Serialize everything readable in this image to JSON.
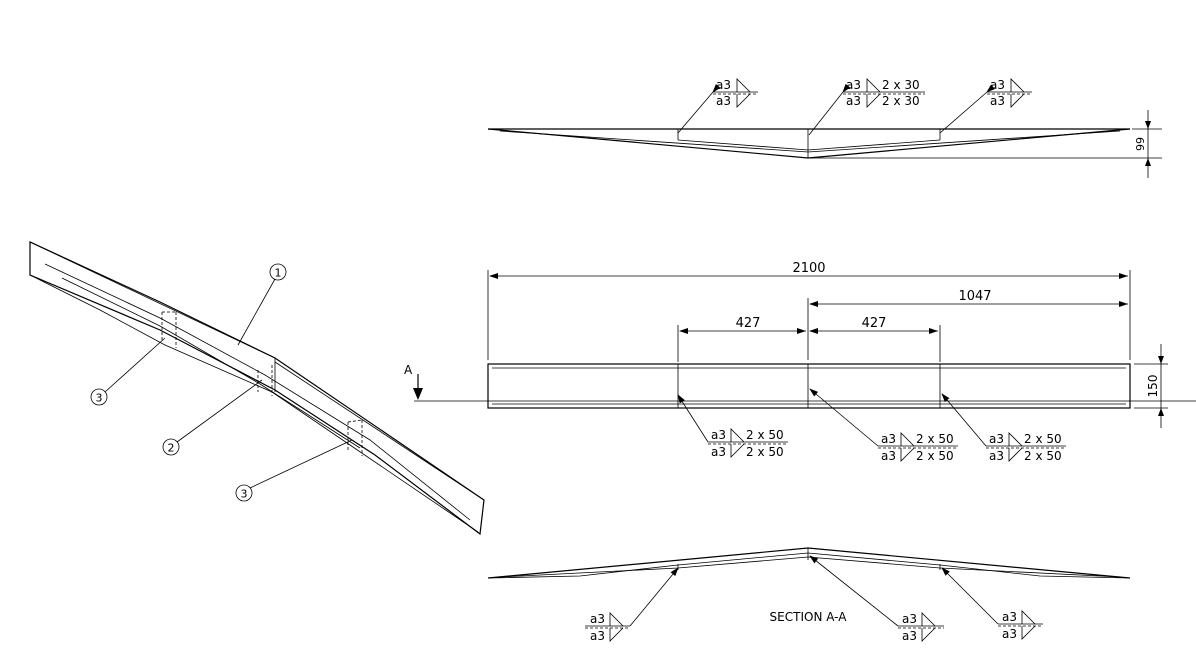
{
  "balloons": [
    "1",
    "2",
    "3",
    "3"
  ],
  "dimensions": {
    "height_top": "99",
    "overall_length": "2100",
    "half_length": "1047",
    "spacing_left": "427",
    "spacing_right": "427",
    "width": "150"
  },
  "section_marker": "A",
  "section_label": "SECTION A-A",
  "welds": {
    "size": "a3",
    "stitch_top": "2 x 30",
    "stitch_mid": "2 x 50"
  }
}
